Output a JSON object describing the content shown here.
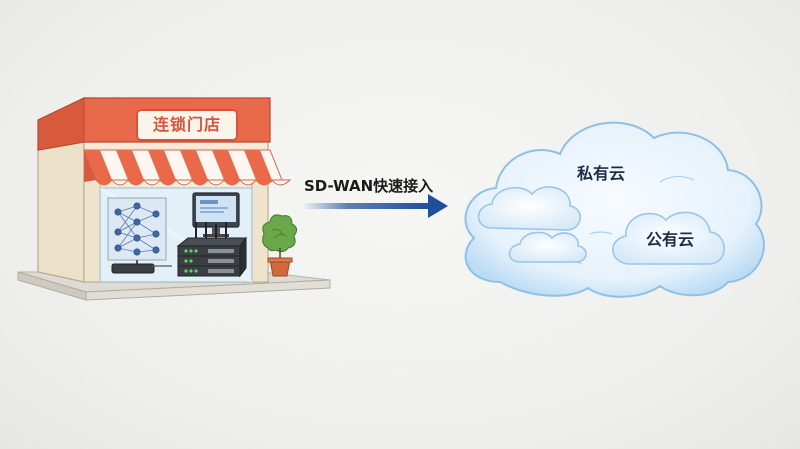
{
  "store": {
    "sign": "连锁门店",
    "colors": {
      "awning_red": "#e96a4a",
      "awning_white": "#fbf7f0",
      "wall": "#f4ead7"
    }
  },
  "connection": {
    "label": "SD-WAN快速接入",
    "arrow_color": "#1f4e9c"
  },
  "cloud": {
    "private_label": "私有云",
    "public_label": "公有云",
    "color": "#bcdcf4"
  },
  "icons": [
    "storefront-icon",
    "neural-network-icon",
    "monitor-icon",
    "router-icon",
    "plant-icon",
    "cloud-icon"
  ]
}
